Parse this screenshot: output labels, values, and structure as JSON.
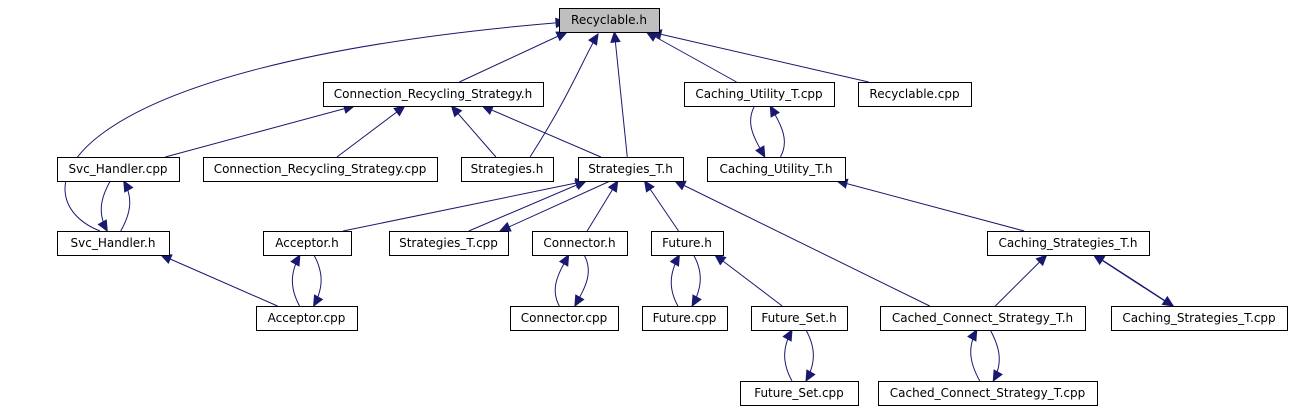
{
  "graph": {
    "colors": {
      "edge": "#191970",
      "root_fill": "#bfbfbf",
      "node_fill": "#ffffff",
      "border": "#000000"
    },
    "nodes": [
      {
        "id": "recyclable_h",
        "label": "Recyclable.h"
      },
      {
        "id": "conn_recycling_strategy_h",
        "label": "Connection_Recycling_Strategy.h"
      },
      {
        "id": "caching_utility_t_cpp",
        "label": "Caching_Utility_T.cpp"
      },
      {
        "id": "recyclable_cpp",
        "label": "Recyclable.cpp"
      },
      {
        "id": "svc_handler_cpp",
        "label": "Svc_Handler.cpp"
      },
      {
        "id": "conn_recycling_strategy_cpp",
        "label": "Connection_Recycling_Strategy.cpp"
      },
      {
        "id": "strategies_h",
        "label": "Strategies.h"
      },
      {
        "id": "strategies_t_h",
        "label": "Strategies_T.h"
      },
      {
        "id": "caching_utility_t_h",
        "label": "Caching_Utility_T.h"
      },
      {
        "id": "svc_handler_h",
        "label": "Svc_Handler.h"
      },
      {
        "id": "acceptor_h",
        "label": "Acceptor.h"
      },
      {
        "id": "strategies_t_cpp",
        "label": "Strategies_T.cpp"
      },
      {
        "id": "connector_h",
        "label": "Connector.h"
      },
      {
        "id": "future_h",
        "label": "Future.h"
      },
      {
        "id": "caching_strategies_t_h",
        "label": "Caching_Strategies_T.h"
      },
      {
        "id": "acceptor_cpp",
        "label": "Acceptor.cpp"
      },
      {
        "id": "connector_cpp",
        "label": "Connector.cpp"
      },
      {
        "id": "future_cpp",
        "label": "Future.cpp"
      },
      {
        "id": "future_set_h",
        "label": "Future_Set.h"
      },
      {
        "id": "cached_connect_strategy_t_h",
        "label": "Cached_Connect_Strategy_T.h"
      },
      {
        "id": "caching_strategies_t_cpp",
        "label": "Caching_Strategies_T.cpp"
      },
      {
        "id": "future_set_cpp",
        "label": "Future_Set.cpp"
      },
      {
        "id": "cached_connect_strategy_t_cpp",
        "label": "Cached_Connect_Strategy_T.cpp"
      }
    ],
    "edges": [
      {
        "from": "conn_recycling_strategy_h",
        "to": "recyclable_h"
      },
      {
        "from": "svc_handler_h",
        "to": "recyclable_h"
      },
      {
        "from": "strategies_h",
        "to": "recyclable_h"
      },
      {
        "from": "strategies_t_h",
        "to": "recyclable_h"
      },
      {
        "from": "caching_utility_t_cpp",
        "to": "recyclable_h"
      },
      {
        "from": "recyclable_cpp",
        "to": "recyclable_h"
      },
      {
        "from": "svc_handler_cpp",
        "to": "conn_recycling_strategy_h"
      },
      {
        "from": "conn_recycling_strategy_cpp",
        "to": "conn_recycling_strategy_h"
      },
      {
        "from": "strategies_h",
        "to": "conn_recycling_strategy_h"
      },
      {
        "from": "strategies_t_h",
        "to": "conn_recycling_strategy_h"
      },
      {
        "from": "caching_utility_t_h",
        "to": "caching_utility_t_cpp"
      },
      {
        "from": "caching_utility_t_cpp",
        "to": "caching_utility_t_h"
      },
      {
        "from": "svc_handler_h",
        "to": "svc_handler_cpp"
      },
      {
        "from": "svc_handler_cpp",
        "to": "svc_handler_h"
      },
      {
        "from": "acceptor_h",
        "to": "strategies_t_h"
      },
      {
        "from": "strategies_t_cpp",
        "to": "strategies_t_h"
      },
      {
        "from": "strategies_t_h",
        "to": "strategies_t_cpp"
      },
      {
        "from": "connector_h",
        "to": "strategies_t_h"
      },
      {
        "from": "future_h",
        "to": "strategies_t_h"
      },
      {
        "from": "cached_connect_strategy_t_h",
        "to": "strategies_t_h"
      },
      {
        "from": "caching_strategies_t_h",
        "to": "caching_utility_t_h"
      },
      {
        "from": "acceptor_cpp",
        "to": "svc_handler_h"
      },
      {
        "from": "acceptor_cpp",
        "to": "acceptor_h"
      },
      {
        "from": "acceptor_h",
        "to": "acceptor_cpp"
      },
      {
        "from": "connector_cpp",
        "to": "connector_h"
      },
      {
        "from": "connector_h",
        "to": "connector_cpp"
      },
      {
        "from": "future_cpp",
        "to": "future_h"
      },
      {
        "from": "future_h",
        "to": "future_cpp"
      },
      {
        "from": "future_set_h",
        "to": "future_h"
      },
      {
        "from": "cached_connect_strategy_t_h",
        "to": "caching_strategies_t_h"
      },
      {
        "from": "caching_strategies_t_cpp",
        "to": "caching_strategies_t_h"
      },
      {
        "from": "caching_strategies_t_h",
        "to": "caching_strategies_t_cpp"
      },
      {
        "from": "future_set_cpp",
        "to": "future_set_h"
      },
      {
        "from": "future_set_h",
        "to": "future_set_cpp"
      },
      {
        "from": "cached_connect_strategy_t_cpp",
        "to": "cached_connect_strategy_t_h"
      },
      {
        "from": "cached_connect_strategy_t_h",
        "to": "cached_connect_strategy_t_cpp"
      }
    ]
  }
}
